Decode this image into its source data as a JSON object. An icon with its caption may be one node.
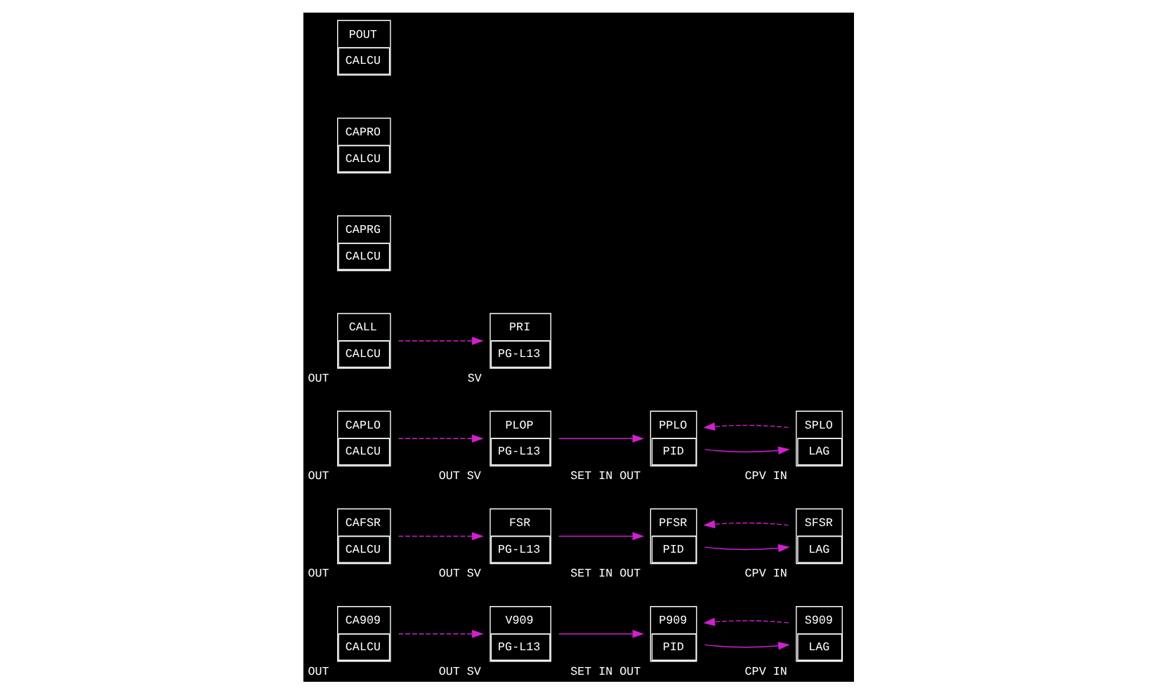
{
  "diagram": {
    "nodes": [
      {
        "text": [
          "V909",
          "PG-L13"
        ],
        "beside": [
          "OUT",
          "SV"
        ]
      },
      {
        "text": [
          "P909",
          "PID"
        ],
        "beside": [
          "SET",
          "IN",
          "OUT"
        ]
      },
      {
        "text": [
          "FSR",
          "PG-L13"
        ],
        "beside": [
          "OUT",
          "SV"
        ]
      },
      {
        "text": [
          "PFSR",
          "PID"
        ],
        "beside": [
          "SET",
          "IN",
          "OUT"
        ]
      },
      {
        "text": [
          "CA909",
          "CALCU"
        ],
        "beside": [
          "OUT"
        ]
      },
      {
        "text": [
          "S909",
          "LAG"
        ],
        "beside": [
          "CPV",
          "IN"
        ]
      },
      {
        "text": [
          "CAFSR",
          "CALCU"
        ],
        "beside": [
          "OUT"
        ]
      },
      {
        "text": [
          "SFSR",
          "LAG"
        ],
        "beside": [
          "CPV",
          "IN"
        ]
      },
      {
        "text": [
          "PLOP",
          "PG-L13"
        ],
        "beside": [
          "OUT",
          "SV"
        ]
      },
      {
        "text": [
          "PPLO",
          "PID"
        ],
        "beside": [
          "SET",
          "IN",
          "OUT"
        ]
      },
      {
        "text": [
          "PRI",
          "PG-L13"
        ],
        "beside": [
          "SV"
        ]
      },
      {
        "text": [
          "CAPRG",
          "CALCU"
        ]
      },
      {
        "text": [
          "CAPRO",
          "CALCU"
        ]
      },
      {
        "text": [
          "CAPLO",
          "CALCU"
        ],
        "beside": [
          "OUT"
        ]
      },
      {
        "text": [
          "CALL",
          "CALCU"
        ],
        "beside": [
          "OUT"
        ]
      },
      {
        "text": [
          "SPLO",
          "LAG"
        ],
        "beside": [
          "CPV",
          "IN"
        ]
      },
      {
        "text": [
          "POUT",
          "CALCU"
        ]
      }
    ],
    "edges": [
      {
        "from": 0,
        "to": 1,
        "arrow": "to"
      },
      {
        "from": 4,
        "to": 0,
        "arrow": "to",
        "style": "dashed"
      },
      {
        "from": 1,
        "to": 5,
        "arrow": "to"
      },
      {
        "from": 5,
        "to": 1,
        "arrow": "to",
        "style": "dashed"
      },
      {
        "from": 2,
        "to": 3,
        "arrow": "to"
      },
      {
        "from": 6,
        "to": 2,
        "arrow": "to",
        "style": "dashed"
      },
      {
        "from": 3,
        "to": 7,
        "arrow": "to"
      },
      {
        "from": 7,
        "to": 3,
        "arrow": "to",
        "style": "dashed"
      },
      {
        "from": 8,
        "to": 9,
        "arrow": "to"
      },
      {
        "from": 13,
        "to": 8,
        "arrow": "to",
        "style": "dashed"
      },
      {
        "from": 9,
        "to": 15,
        "arrow": "to"
      },
      {
        "from": 15,
        "to": 9,
        "arrow": "to",
        "style": "dashed"
      },
      {
        "from": 14,
        "to": 10,
        "arrow": "to",
        "style": "dashed"
      }
    ]
  }
}
